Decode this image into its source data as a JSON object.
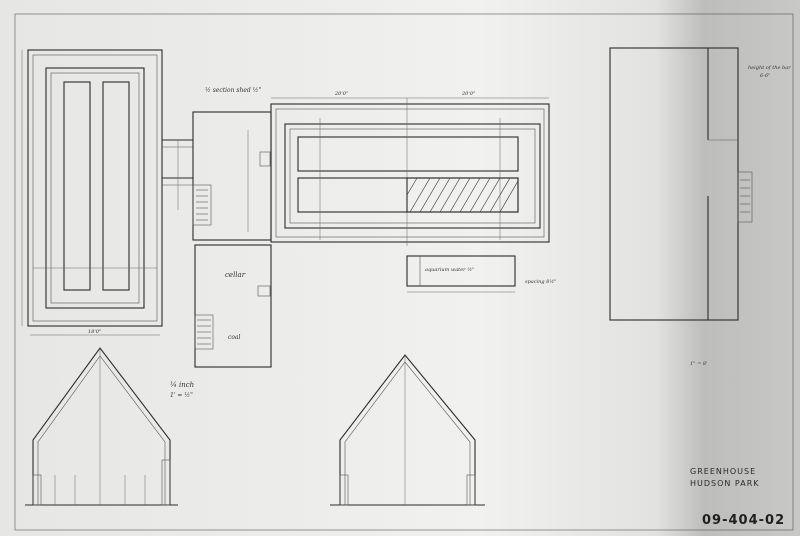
{
  "drawing": {
    "title_line1": "GREENHOUSE",
    "title_line2": "HUDSON PARK",
    "drawing_number": "09-404-02"
  },
  "notes": {
    "section_label": "½ section shed ½\"",
    "cellar_label": "cellar",
    "coal_label": "coal",
    "scale_line1": "¼ inch",
    "scale_line2": "1' = ½\"",
    "aquarium_label": "aquarium water ½\"",
    "spacing_label": "spacing 8½\"",
    "height_label": "height of the bar",
    "height_value": "6-6\"",
    "dim_top_left": "20'0\"",
    "dim_top_right": "20'0\"",
    "dim_bottom_left": "18'0\"",
    "scale_right": "1\" = 8'"
  }
}
